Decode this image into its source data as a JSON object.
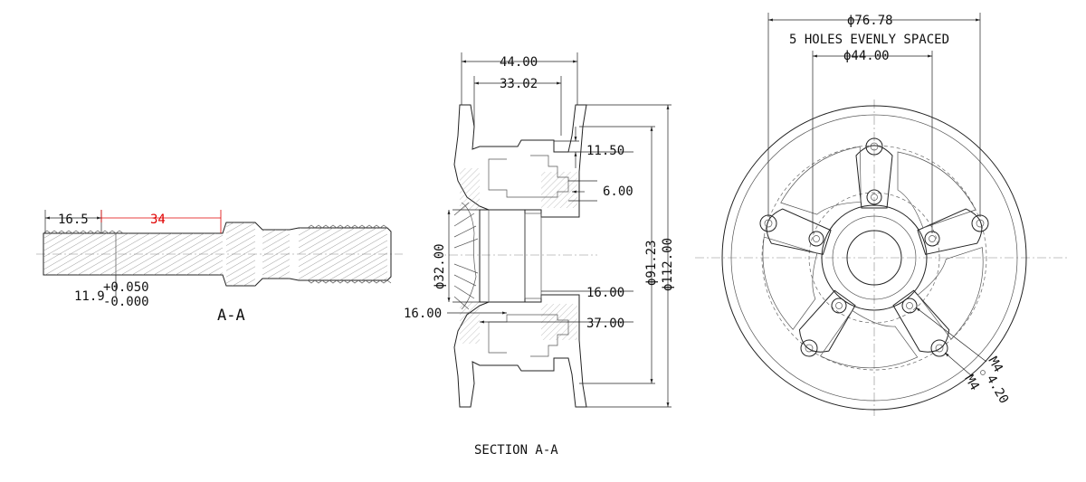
{
  "shaft": {
    "dim_left": "16.5",
    "dim_red": "34",
    "tol_base": "11.9",
    "tol_upper": "+0.050",
    "tol_lower": "-0.000",
    "view_label": "A-A"
  },
  "section": {
    "dim_top_outer": "44.00",
    "dim_top_inner": "33.02",
    "dim_step": "11.50",
    "dim_small": "6.00",
    "dim_bore": "ϕ32.00",
    "dim_mid": "16.00",
    "dim_left_low": "16.00",
    "dim_low": "37.00",
    "dim_dia_inner": "ϕ91.23",
    "dim_dia_outer": "ϕ112.00",
    "caption": "SECTION A-A"
  },
  "front": {
    "dim_pcd_outer": "ϕ76.78",
    "note_holes": "5 HOLES EVENLY SPACED",
    "dim_pcd_inner": "ϕ44.00",
    "thread_a": "M4",
    "thread_b": "M4",
    "dim_hole": "4.20"
  },
  "colors": {
    "line": "#222222",
    "accent": "#e00000"
  }
}
